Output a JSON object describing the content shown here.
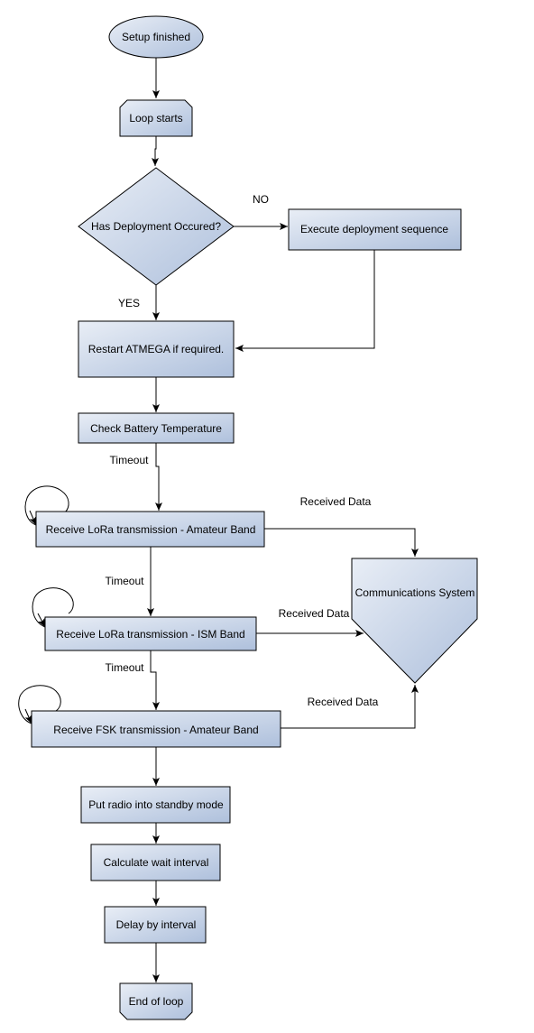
{
  "nodes": {
    "setup_finished": "Setup finished",
    "loop_starts": "Loop starts",
    "has_deployment": "Has Deployment Occured?",
    "execute_deployment": "Execute deployment sequence",
    "restart_atmega": "Restart ATMEGA if required.",
    "check_battery": "Check Battery Temperature",
    "lora_amateur": "Receive LoRa transmission - Amateur Band",
    "lora_ism": "Receive LoRa transmission - ISM Band",
    "fsk_amateur": "Receive FSK transmission - Amateur Band",
    "communications": "Communications System",
    "standby": "Put radio into standby mode",
    "calc_wait": "Calculate wait interval",
    "delay": "Delay by interval",
    "end_loop": "End of loop"
  },
  "edge_labels": {
    "no": "NO",
    "yes": "YES",
    "timeout_1": "Timeout",
    "timeout_2": "Timeout",
    "timeout_3": "Timeout",
    "received_1": "Received Data",
    "received_2": "Received Data",
    "received_3": "Received Data"
  },
  "colors": {
    "node_fill_top": "#e9eef6",
    "node_fill_bottom": "#aec0dc",
    "stroke": "#000000",
    "background": "#ffffff"
  }
}
